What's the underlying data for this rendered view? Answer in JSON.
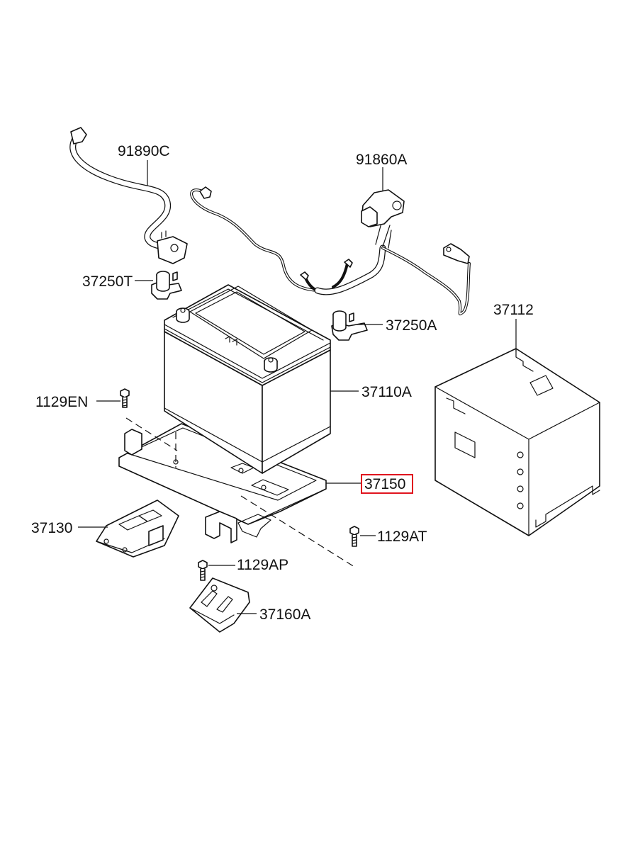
{
  "labels": {
    "p91890C": "91890C",
    "p91860A": "91860A",
    "p37250T": "37250T",
    "p37250A": "37250A",
    "p37112": "37112",
    "p1129EN": "1129EN",
    "p37110A": "37110A",
    "p37150": "37150",
    "p37130": "37130",
    "p1129AT": "1129AT",
    "p1129AP": "1129AP",
    "p37160A": "37160A"
  },
  "highlighted_part": "37150",
  "colors": {
    "highlight_box": "#e0141e",
    "line": "#111111",
    "background": "#ffffff"
  }
}
